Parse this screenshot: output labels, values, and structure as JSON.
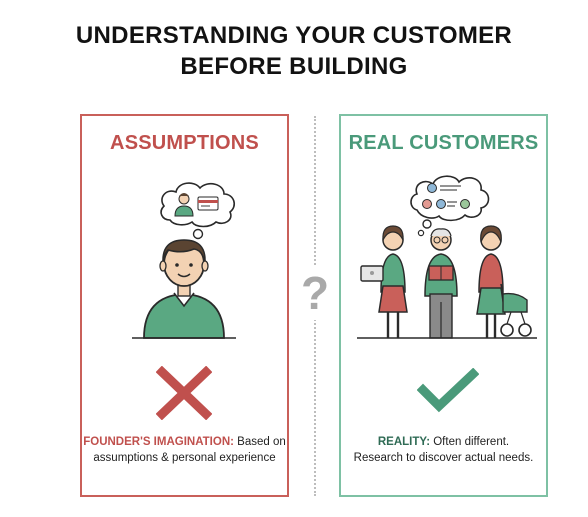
{
  "title": {
    "line1": "UNDERSTANDING YOUR CUSTOMER",
    "line2": "BEFORE BUILDING"
  },
  "divider_symbol": "?",
  "left_panel": {
    "heading": "ASSUMPTIONS",
    "icon": "x-mark-icon",
    "caption_strong": "FOUNDER'S IMAGINATION:",
    "caption_line1_rest": " Based on",
    "caption_line2": "assumptions & personal experience"
  },
  "right_panel": {
    "heading": "REAL CUSTOMERS",
    "icon": "check-mark-icon",
    "caption_strong": "REALITY:",
    "caption_line1_rest": " Often different.",
    "caption_line2": "Research to discover actual needs."
  },
  "colors": {
    "assumptions_red": "#c0504d",
    "reality_green": "#4a9a7a",
    "shirt_green": "#5aa882"
  }
}
